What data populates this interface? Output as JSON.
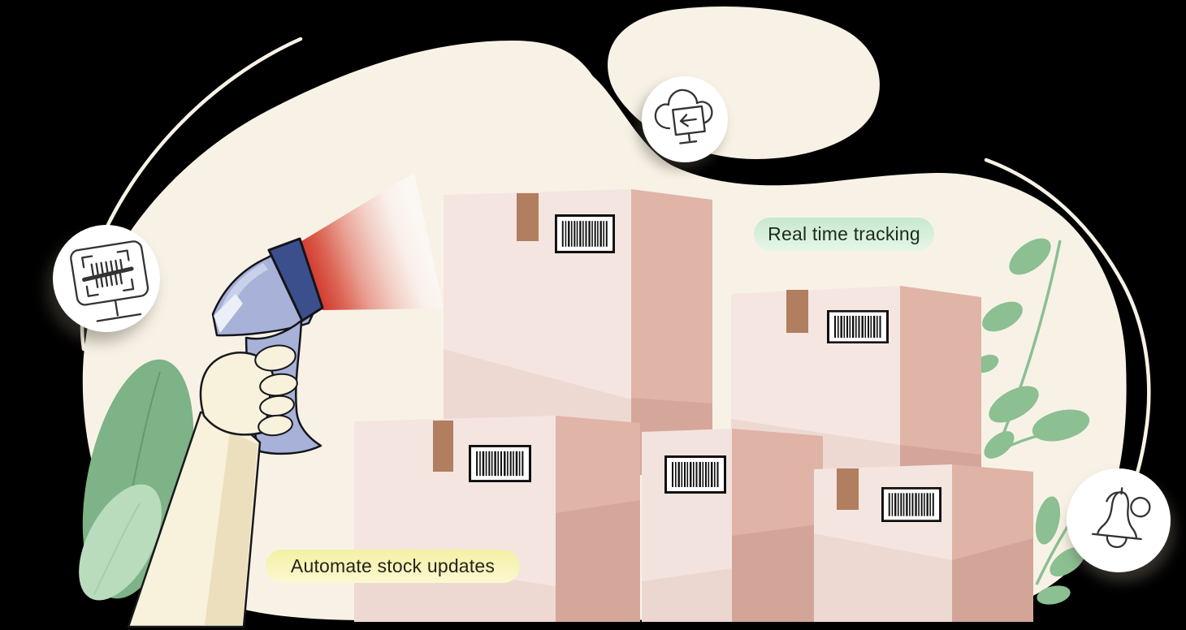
{
  "badges": {
    "real_time_tracking": "Real time tracking",
    "automate_stock_updates": "Automate stock updates"
  },
  "icons": [
    "barcode-scan-monitor-icon",
    "cloud-sync-to-computer-icon",
    "notification-bell-icon"
  ],
  "scene": {
    "boxes_count": 5,
    "barcode_labels_count": 5,
    "tape_strips_count": 4,
    "icon_circles_count": 3
  },
  "colors": {
    "background": "#000000",
    "blob_cream": "#f8f2e6",
    "box_front": "#f4e5e0",
    "box_front_shade": "#eed9d2",
    "box_side": "#e0b4a7",
    "box_side_shade": "#d4a79a",
    "tape": "#b17e60",
    "leaf_dark": "#7db386",
    "leaf_light": "#b9dcbd",
    "leaf_branch": "#8cbf92",
    "scanner_body": "#a8b2d8",
    "scanner_head": "#3c4f8d",
    "laser_red": "#d23a2e",
    "hand_arm": "#f8f1dc",
    "arm_shade": "#ecdfbd",
    "badge_green": "#cdebd4",
    "badge_yellow": "#f5f1a9",
    "icon_circle": "#ffffff",
    "icon_stroke": "#333333"
  }
}
